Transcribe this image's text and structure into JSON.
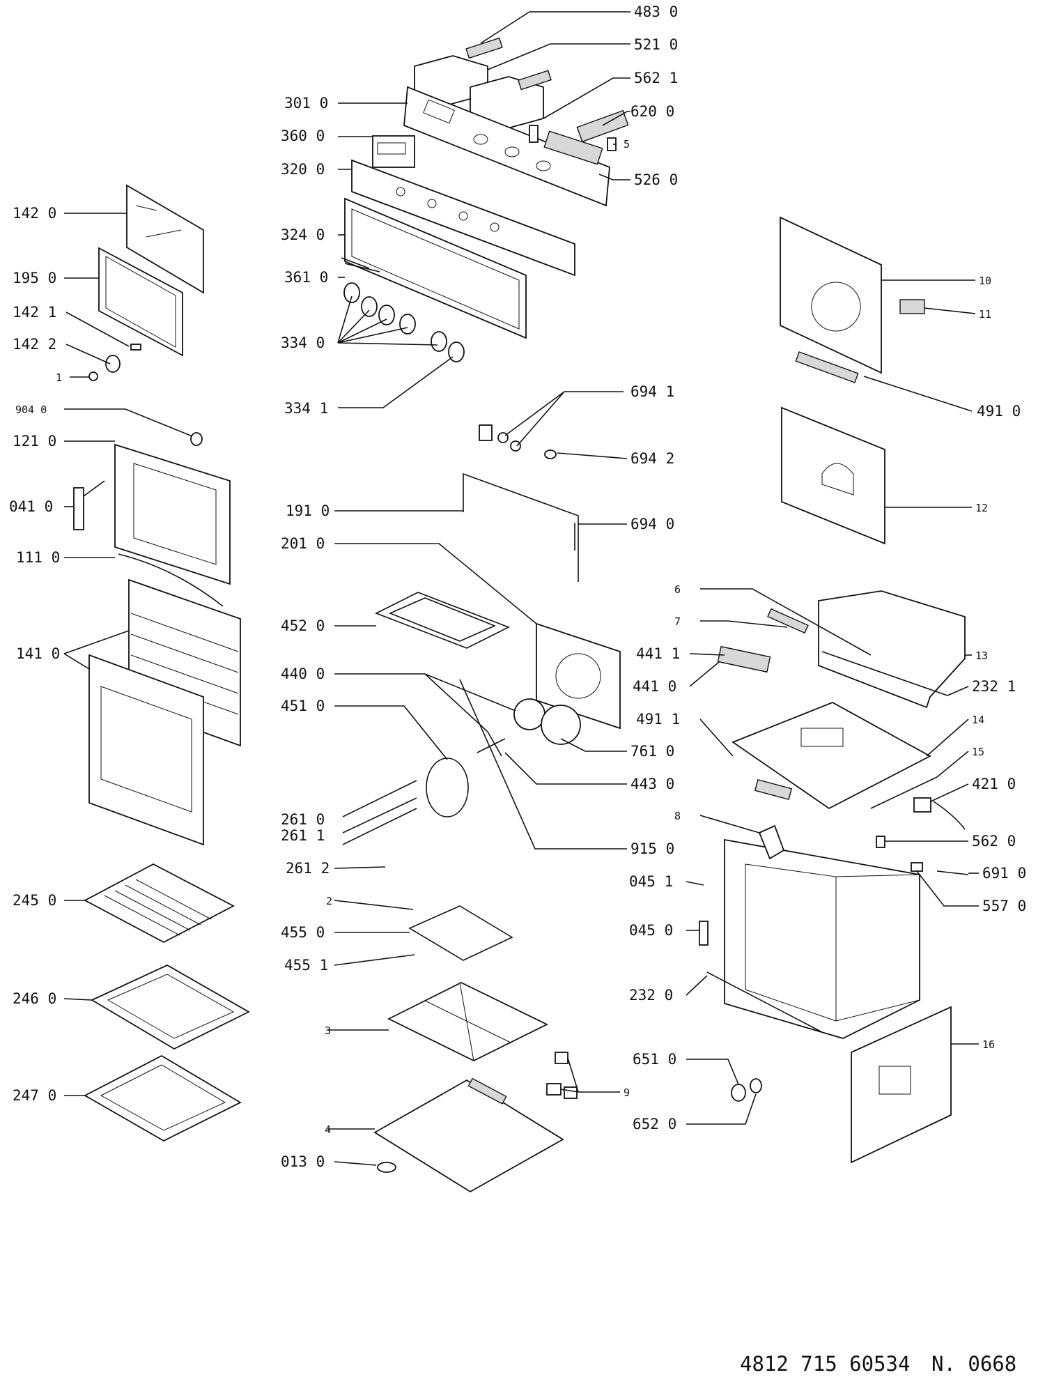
{
  "callouts": [
    {
      "id": "483-0",
      "text": "483 0"
    },
    {
      "id": "521-0",
      "text": "521 0"
    },
    {
      "id": "562-1",
      "text": "562 1"
    },
    {
      "id": "620-0",
      "text": "620 0"
    },
    {
      "id": "5",
      "text": "5"
    },
    {
      "id": "526-0",
      "text": "526 0"
    },
    {
      "id": "301-0",
      "text": "301 0"
    },
    {
      "id": "360-0",
      "text": "360 0"
    },
    {
      "id": "320-0",
      "text": "320 0"
    },
    {
      "id": "324-0",
      "text": "324 0"
    },
    {
      "id": "361-0",
      "text": "361 0"
    },
    {
      "id": "334-0",
      "text": "334 0"
    },
    {
      "id": "334-1",
      "text": "334 1"
    },
    {
      "id": "142-0",
      "text": "142 0"
    },
    {
      "id": "195-0",
      "text": "195 0"
    },
    {
      "id": "142-1",
      "text": "142 1"
    },
    {
      "id": "142-2",
      "text": "142 2"
    },
    {
      "id": "1",
      "text": "1"
    },
    {
      "id": "904-0",
      "text": "904 0"
    },
    {
      "id": "121-0",
      "text": "121 0"
    },
    {
      "id": "041-0",
      "text": "041 0"
    },
    {
      "id": "111-0",
      "text": "111 0"
    },
    {
      "id": "141-0",
      "text": "141 0"
    },
    {
      "id": "245-0",
      "text": "245 0"
    },
    {
      "id": "246-0",
      "text": "246 0"
    },
    {
      "id": "247-0",
      "text": "247 0"
    },
    {
      "id": "694-1",
      "text": "694 1"
    },
    {
      "id": "694-2",
      "text": "694 2"
    },
    {
      "id": "694-0",
      "text": "694 0"
    },
    {
      "id": "191-0",
      "text": "191 0"
    },
    {
      "id": "201-0",
      "text": "201 0"
    },
    {
      "id": "452-0",
      "text": "452 0"
    },
    {
      "id": "440-0",
      "text": "440 0"
    },
    {
      "id": "451-0",
      "text": "451 0"
    },
    {
      "id": "761-0",
      "text": "761 0"
    },
    {
      "id": "443-0",
      "text": "443 0"
    },
    {
      "id": "261-0",
      "text": "261 0"
    },
    {
      "id": "261-1",
      "text": "261 1"
    },
    {
      "id": "915-0",
      "text": "915 0"
    },
    {
      "id": "261-2",
      "text": "261 2"
    },
    {
      "id": "2",
      "text": "2"
    },
    {
      "id": "455-0",
      "text": "455 0"
    },
    {
      "id": "455-1",
      "text": "455 1"
    },
    {
      "id": "3",
      "text": "3"
    },
    {
      "id": "4",
      "text": "4"
    },
    {
      "id": "013-0",
      "text": "013 0"
    },
    {
      "id": "10",
      "text": "10"
    },
    {
      "id": "11",
      "text": "11"
    },
    {
      "id": "491-0",
      "text": "491 0"
    },
    {
      "id": "12",
      "text": "12"
    },
    {
      "id": "6",
      "text": "6"
    },
    {
      "id": "7",
      "text": "7"
    },
    {
      "id": "441-1",
      "text": "441 1"
    },
    {
      "id": "441-0",
      "text": "441 0"
    },
    {
      "id": "491-1",
      "text": "491 1"
    },
    {
      "id": "13",
      "text": "13"
    },
    {
      "id": "232-1",
      "text": "232 1"
    },
    {
      "id": "14",
      "text": "14"
    },
    {
      "id": "15",
      "text": "15"
    },
    {
      "id": "421-0",
      "text": "421 0"
    },
    {
      "id": "8",
      "text": "8"
    },
    {
      "id": "562-0",
      "text": "562 0"
    },
    {
      "id": "045-1",
      "text": "045 1"
    },
    {
      "id": "691-0",
      "text": "691 0"
    },
    {
      "id": "557-0",
      "text": "557 0"
    },
    {
      "id": "045-0",
      "text": "045 0"
    },
    {
      "id": "232-0",
      "text": "232 0"
    },
    {
      "id": "16",
      "text": "16"
    },
    {
      "id": "651-0",
      "text": "651 0"
    },
    {
      "id": "9",
      "text": "9"
    },
    {
      "id": "652-0",
      "text": "652 0"
    }
  ],
  "footer": {
    "part_number": "4812 715 60534",
    "sheet": "N. 0668"
  }
}
